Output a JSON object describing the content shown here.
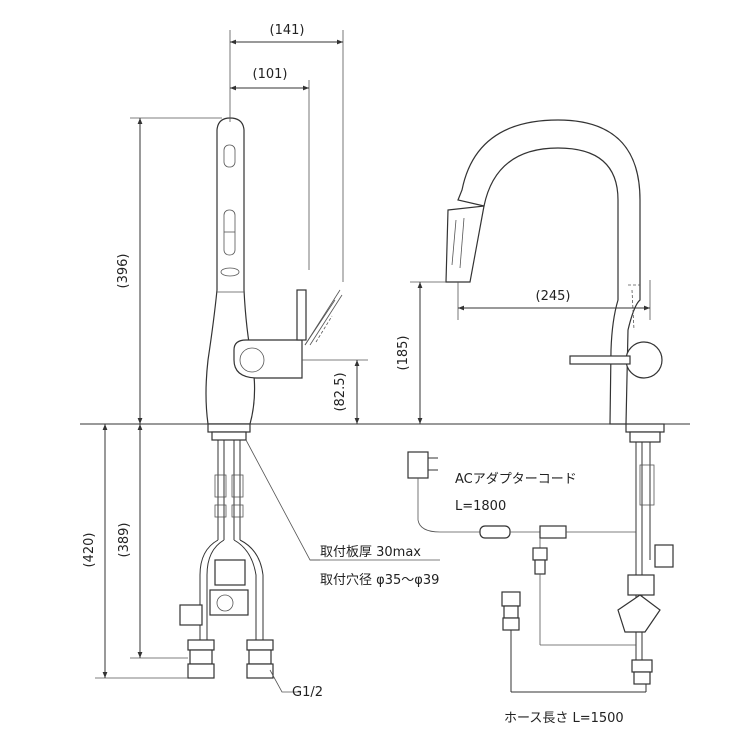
{
  "dimensions": {
    "width_141": "(141)",
    "width_101": "(101)",
    "height_396": "(396)",
    "height_82_5": "(82.5)",
    "height_185": "(185)",
    "reach_245": "(245)",
    "depth_420": "(420)",
    "depth_389": "(389)"
  },
  "notes": {
    "mount_thickness": "取付板厚 30max",
    "mount_hole": "取付穴径 φ35～φ39",
    "connection": "G1/2",
    "adapter_cord": "ACアダプターコード",
    "adapter_length": "L=1800",
    "hose_length": "ホース長さ L=1500"
  }
}
